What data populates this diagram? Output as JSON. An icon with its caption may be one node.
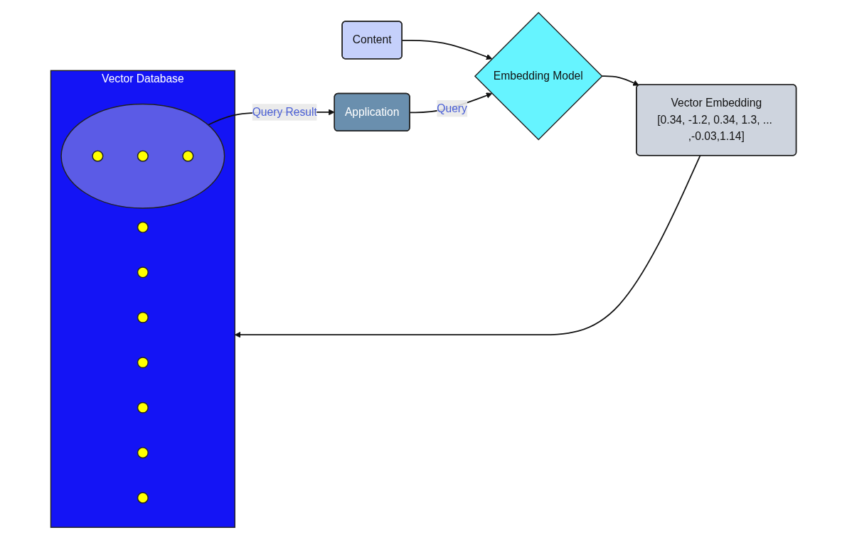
{
  "diagram": {
    "nodes": [
      {
        "text": [
          "Content"
        ]
      },
      {
        "text": [
          "Application"
        ]
      },
      {
        "text": [
          "Embedding Model"
        ]
      },
      {
        "text": [
          "Vector Embedding",
          "[0.34, -1.2, 0.34, 1.3, ... ,-0.03,1.14]"
        ]
      },
      {
        "text": [
          "Vector Database"
        ]
      },
      {
        "text": [],
        "shape": "circle",
        "in": 4
      },
      {
        "text": [],
        "shape": "circle",
        "in": 4
      },
      {
        "text": [],
        "shape": "circle",
        "in": 4
      },
      {
        "text": [],
        "shape": "circle",
        "in": 4
      },
      {
        "text": [],
        "shape": "circle",
        "in": 4
      },
      {
        "text": [],
        "shape": "circle",
        "in": 4
      },
      {
        "text": [],
        "shape": "circle",
        "in": 10
      },
      {
        "text": [],
        "shape": "circle",
        "in": 10
      },
      {
        "text": [],
        "shape": "circle",
        "in": 10
      },
      {
        "text": [],
        "shape": "circle",
        "in": 4
      },
      {
        "text": [],
        "shape": "circle",
        "in": 4
      }
    ],
    "edges": [
      {
        "from": 0,
        "to": 2,
        "arrow": "to"
      },
      {
        "from": 1,
        "to": 2,
        "label": "Query",
        "arrow": "to"
      },
      {
        "from": 2,
        "to": 3,
        "arrow": "to"
      },
      {
        "from": 3,
        "to": 4,
        "arrow": "to"
      },
      {
        "from": 10,
        "to": 1,
        "label": "Query Result",
        "arrow": "to"
      }
    ]
  }
}
